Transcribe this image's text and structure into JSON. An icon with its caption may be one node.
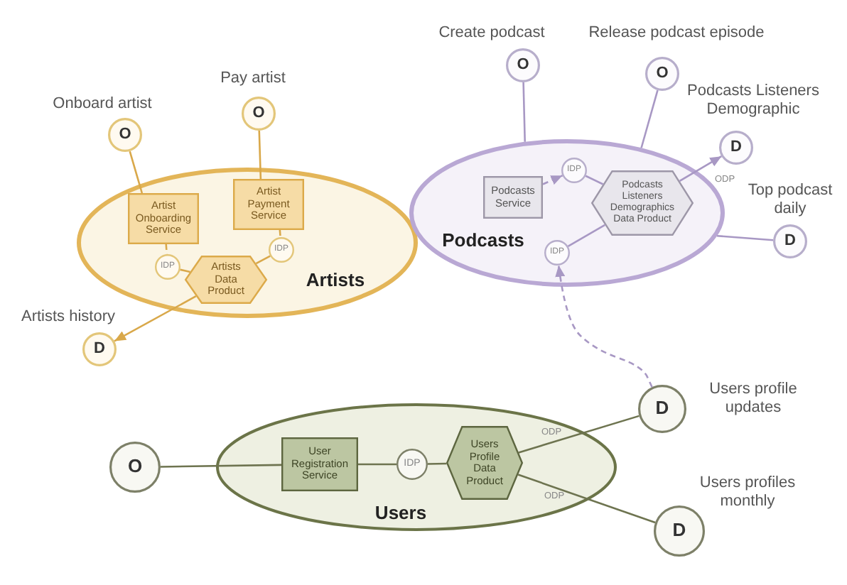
{
  "diagram": {
    "nodes": [
      {
        "text": [
          "Artists"
        ]
      },
      {
        "text": [
          "Artist Onboarding Service"
        ],
        "in": 0
      },
      {
        "text": [
          "Artist Payment Service"
        ],
        "in": 0
      },
      {
        "text": [
          "IDP"
        ],
        "in": 0
      },
      {
        "text": [
          "IDP"
        ],
        "in": 0
      },
      {
        "text": [
          "Artists Data Product"
        ],
        "in": 0
      },
      {
        "text": [
          "O"
        ],
        "beside": [
          "Onboard artist"
        ]
      },
      {
        "text": [
          "O"
        ],
        "beside": [
          "Pay artist"
        ]
      },
      {
        "text": [
          "D"
        ],
        "beside": [
          "Artists history"
        ]
      },
      {
        "text": [
          "Podcasts"
        ]
      },
      {
        "text": [
          "Podcasts Service"
        ],
        "in": 9
      },
      {
        "text": [
          "IDP"
        ],
        "in": 9
      },
      {
        "text": [
          "Podcasts Listeners Demographics Data Product"
        ],
        "in": 9
      },
      {
        "text": [
          "IDP"
        ],
        "in": 9
      },
      {
        "text": [
          "O"
        ],
        "beside": [
          "Create podcast"
        ]
      },
      {
        "text": [
          "O"
        ],
        "beside": [
          "Release podcast episode"
        ]
      },
      {
        "text": [
          "D"
        ],
        "beside": [
          "Podcasts Listeners Demographic"
        ]
      },
      {
        "text": [
          "D"
        ],
        "beside": [
          "Top podcast daily"
        ]
      },
      {
        "text": [
          "Users"
        ]
      },
      {
        "text": [
          "User Registration Service"
        ],
        "in": 18
      },
      {
        "text": [
          "IDP"
        ],
        "in": 18
      },
      {
        "text": [
          "Users Profile Data Product"
        ],
        "in": 18
      },
      {
        "text": [
          "O"
        ]
      },
      {
        "text": [
          "D"
        ],
        "beside": [
          "Users profile updates"
        ]
      },
      {
        "text": [
          "D"
        ],
        "beside": [
          "Users profiles monthly"
        ]
      }
    ],
    "edges": [
      {
        "from": 6,
        "to": 1,
        "arrow": "none",
        "color": "#d9a84a"
      },
      {
        "from": 7,
        "to": 2,
        "arrow": "none",
        "color": "#d9a84a"
      },
      {
        "from": 1,
        "to": 3,
        "arrow": "none",
        "style": "dashed",
        "color": "#d9a84a"
      },
      {
        "from": 2,
        "to": 4,
        "arrow": "none",
        "style": "dashed",
        "color": "#d9a84a"
      },
      {
        "from": 3,
        "to": 5,
        "arrow": "none",
        "color": "#d9a84a"
      },
      {
        "from": 4,
        "to": 5,
        "arrow": "none",
        "color": "#d9a84a"
      },
      {
        "from": 5,
        "to": 8,
        "arrow": "to",
        "color": "#d9a84a"
      },
      {
        "from": 14,
        "to": 9,
        "arrow": "none"
      },
      {
        "from": 15,
        "to": 9,
        "arrow": "none"
      },
      {
        "from": 10,
        "to": 11,
        "arrow": "to",
        "style": "dashed"
      },
      {
        "from": 11,
        "to": 12,
        "arrow": "none"
      },
      {
        "from": 12,
        "to": 16,
        "arrow": "to",
        "label": "ODP"
      },
      {
        "from": 9,
        "to": 17,
        "arrow": "none"
      },
      {
        "from": 13,
        "to": 12,
        "arrow": "none"
      },
      {
        "from": 23,
        "to": 13,
        "arrow": "to",
        "style": "dashed"
      },
      {
        "from": 22,
        "to": 19,
        "arrow": "none",
        "color": "#6e7450"
      },
      {
        "from": 19,
        "to": 20,
        "arrow": "none",
        "color": "#6e7450"
      },
      {
        "from": 20,
        "to": 21,
        "arrow": "none",
        "color": "#6e7450"
      },
      {
        "from": 21,
        "to": 23,
        "arrow": "none",
        "label": "ODP",
        "color": "#6e7450"
      },
      {
        "from": 21,
        "to": 24,
        "arrow": "none",
        "label": "ODP",
        "color": "#6e7450"
      }
    ]
  }
}
